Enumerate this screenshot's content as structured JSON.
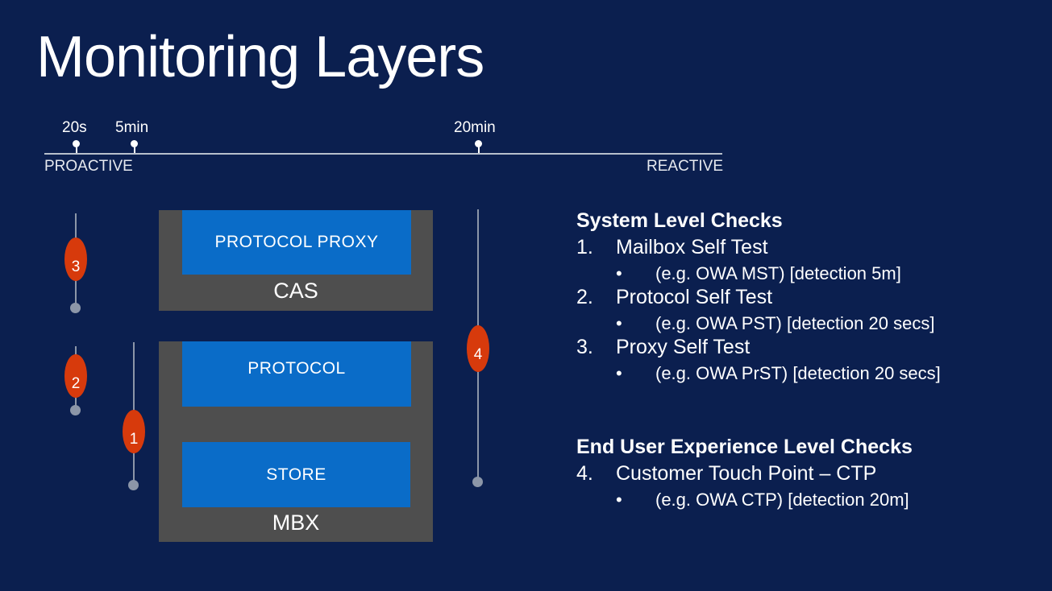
{
  "title": "Monitoring Layers",
  "timeline": {
    "markers": [
      "20s",
      "5min",
      "20min"
    ],
    "start_label": "PROACTIVE",
    "end_label": "REACTIVE"
  },
  "diagram": {
    "cas": {
      "inner": "PROTOCOL  PROXY",
      "name": "CAS"
    },
    "mbx": {
      "protocol": "PROTOCOL",
      "store": "STORE",
      "name": "MBX"
    },
    "markers": [
      "3",
      "2",
      "1",
      "4"
    ]
  },
  "checks": {
    "system_heading": "System Level Checks",
    "system_items": [
      {
        "num": "1.",
        "label": "Mailbox Self Test",
        "detail": "(e.g. OWA MST) [detection 5m]"
      },
      {
        "num": "2.",
        "label": "Protocol Self Test",
        "detail": "(e.g. OWA PST) [detection 20 secs]"
      },
      {
        "num": "3.",
        "label": "Proxy Self Test",
        "detail": "(e.g. OWA PrST) [detection 20 secs]"
      }
    ],
    "user_heading": "End User Experience Level Checks",
    "user_items": [
      {
        "num": "4.",
        "label": "Customer Touch Point – CTP",
        "detail": "(e.g. OWA CTP) [detection 20m]"
      }
    ],
    "bullet": "•"
  },
  "colors": {
    "background": "#0b1f4f",
    "box_dark": "#4e4e4e",
    "box_blue": "#0a6cc8",
    "marker": "#d73a0c",
    "line": "#8c96a8"
  }
}
